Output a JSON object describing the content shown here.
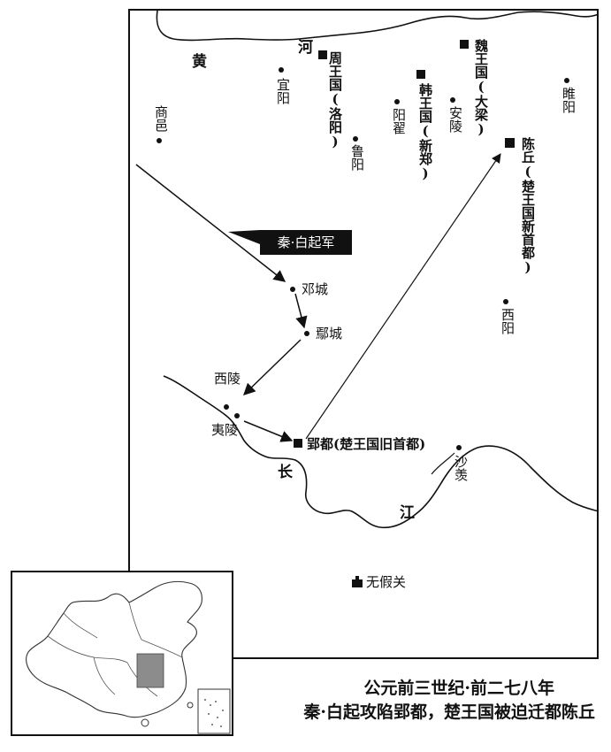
{
  "map": {
    "rivers": {
      "yellow_1": "黄",
      "yellow_2": "河",
      "yangtze_1": "长",
      "yangtze_2": "江"
    },
    "army_label": "秦·白起军",
    "capitals": {
      "zhou": "周王国(洛阳)",
      "han": "韩王国(新郑)",
      "wei": "魏王国(大梁)",
      "chenqiu": "陈丘(楚王国新首都)",
      "ying": "郢都(楚王国旧首都)"
    },
    "places": {
      "shangyi": "商邑",
      "yiyang": "宜阳",
      "luyang": "鲁阳",
      "yangdi": "阳翟",
      "anling": "安陵",
      "suiyang": "睢阳",
      "dengcheng": "邓城",
      "yancheng": "鄢城",
      "xiling": "西陵",
      "yiling": "夷陵",
      "shaxian": "沙羡",
      "xiyang": "西阳",
      "wujiaguan": "无假关"
    }
  },
  "caption": {
    "line1": "公元前三世纪·前二七八年",
    "line2": "秦·白起攻陷郢都，楚王国被迫迁都陈丘"
  },
  "colors": {
    "ink": "#111111",
    "inset_highlight": "#8c8c8c"
  }
}
